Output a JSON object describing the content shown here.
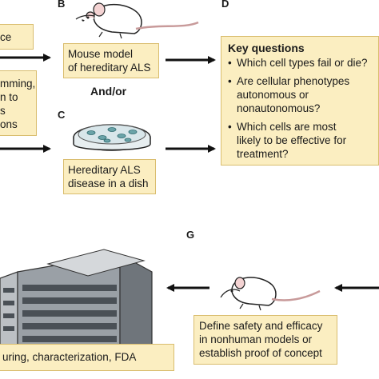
{
  "panel_letters": {
    "b": "B",
    "c": "C",
    "d": "D",
    "g": "G"
  },
  "left_partial": {
    "box_top_line": "ce",
    "box_mid_lines": [
      "mming,",
      "n to",
      "s",
      "ons"
    ]
  },
  "panel_b": {
    "lines": [
      "Mouse model",
      "of hereditary ALS"
    ]
  },
  "connector": "And/or",
  "panel_c": {
    "lines": [
      "Hereditary ALS",
      "disease in a dish"
    ]
  },
  "panel_d": {
    "title": "Key questions",
    "bullets": [
      [
        "Which cell types fail or die?"
      ],
      [
        "Are cellular phenotypes",
        "autonomous or",
        "nonautonomous?"
      ],
      [
        "Which cells are most",
        "likely to be effective for",
        "treatment?"
      ]
    ]
  },
  "panel_g": {
    "lines": [
      "Define safety and efficacy",
      "in nonhuman models or",
      "establish proof of concept"
    ]
  },
  "bottom_left_partial": "uring, characterization, FDA",
  "colors": {
    "box_fill": "#fbeec1",
    "box_border": "#d9bd6e",
    "arrow": "#111111"
  }
}
